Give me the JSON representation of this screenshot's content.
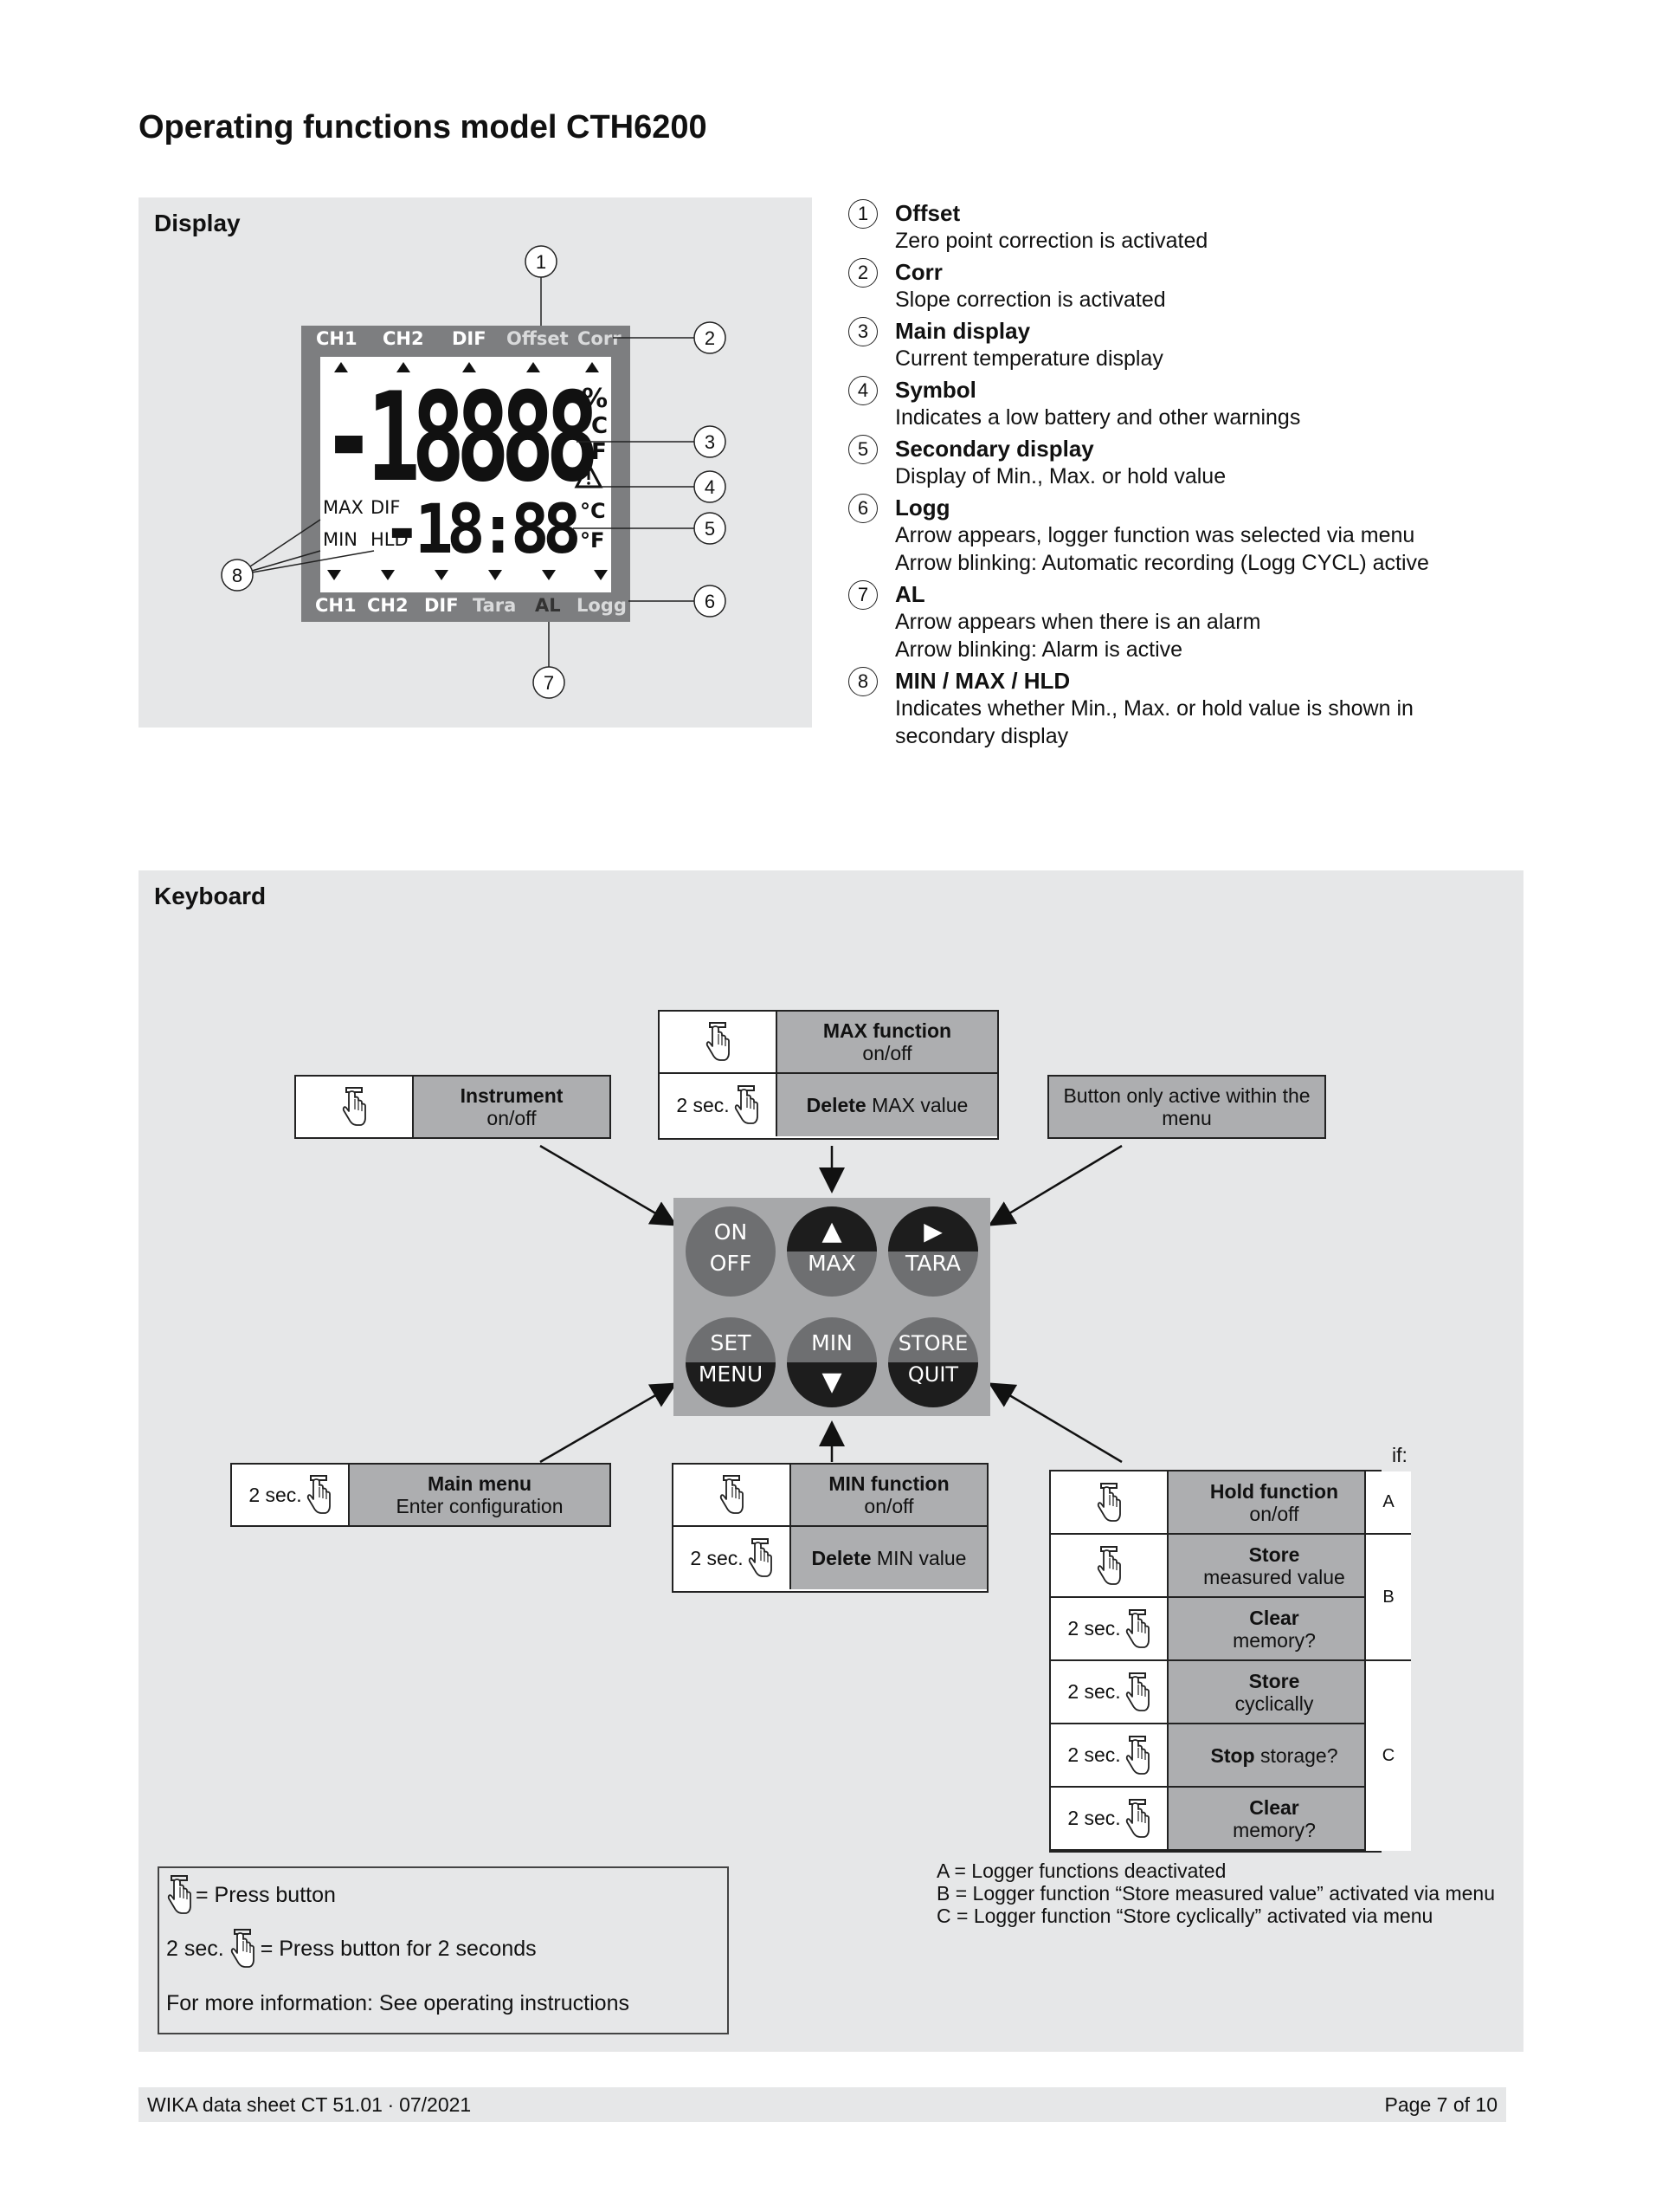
{
  "page_title": "Operating functions model CTH6200",
  "display_section": {
    "title": "Display",
    "lcd": {
      "top_labels": [
        "CH1",
        "CH2",
        "DIF",
        "Offset",
        "Corr"
      ],
      "bottom_labels": [
        "CH1",
        "CH2",
        "DIF",
        "Tara",
        "AL",
        "Logg"
      ],
      "main_digits": "-18888",
      "main_units": [
        "%",
        "°C",
        "°F"
      ],
      "secondary_labels": [
        "MAX",
        "DIF",
        "MIN",
        "HLD"
      ],
      "secondary_digits": "-18:88",
      "secondary_units": [
        "°C",
        "°F"
      ]
    },
    "callouts": [
      "1",
      "2",
      "3",
      "4",
      "5",
      "6",
      "7",
      "8"
    ]
  },
  "legend": [
    {
      "num": "1",
      "title": "Offset",
      "lines": [
        "Zero point correction is activated"
      ]
    },
    {
      "num": "2",
      "title": "Corr",
      "lines": [
        "Slope correction is activated"
      ]
    },
    {
      "num": "3",
      "title": "Main display",
      "lines": [
        "Current temperature display"
      ]
    },
    {
      "num": "4",
      "title": "Symbol",
      "lines": [
        "Indicates a low battery and other warnings"
      ]
    },
    {
      "num": "5",
      "title": "Secondary display",
      "lines": [
        "Display of Min., Max. or hold value"
      ]
    },
    {
      "num": "6",
      "title": "Logg",
      "lines": [
        "Arrow appears, logger function was selected via menu",
        "Arrow blinking: Automatic recording (Logg CYCL) active"
      ]
    },
    {
      "num": "7",
      "title": "AL",
      "lines": [
        "Arrow appears when there is an alarm",
        "Arrow blinking: Alarm is active"
      ]
    },
    {
      "num": "8",
      "title": "MIN / MAX / HLD",
      "lines": [
        "Indicates whether Min., Max. or hold value is shown in",
        "secondary display"
      ]
    }
  ],
  "keyboard_section": {
    "title": "Keyboard",
    "keys": [
      {
        "top": "ON",
        "bottom": "OFF"
      },
      {
        "top": "▲",
        "bottom": "MAX"
      },
      {
        "top": "▶",
        "bottom": "TARA"
      },
      {
        "top": "SET",
        "bottom": "MENU"
      },
      {
        "top": "MIN",
        "bottom": "▼"
      },
      {
        "top": "STORE",
        "bottom": "QUIT"
      }
    ],
    "two_sec": "2 sec.",
    "instrument": {
      "bold": "Instrument",
      "normal": "on/off"
    },
    "max_fn": {
      "bold": "MAX function",
      "normal": "on/off"
    },
    "max_del": {
      "bold": "Delete",
      "normal": " MAX value"
    },
    "menu_only": "Button only active within the menu",
    "main_menu": {
      "bold": "Main menu",
      "normal": "Enter configuration"
    },
    "min_fn": {
      "bold": "MIN function",
      "normal": "on/off"
    },
    "min_del": {
      "bold": "Delete",
      "normal": " MIN value"
    },
    "if_label": "if:",
    "store_rows": [
      {
        "bold": "Hold function",
        "normal": "on/off"
      },
      {
        "bold": "Store",
        "normal": "measured value"
      },
      {
        "bold": "Clear",
        "normal": "memory?"
      },
      {
        "bold": "Store",
        "normal": "cyclically"
      },
      {
        "bold": "Stop",
        "normal": " storage?"
      },
      {
        "bold": "Clear",
        "normal": "memory?"
      }
    ],
    "groups": [
      "A",
      "B",
      "C"
    ],
    "notes": [
      "A = Logger functions deactivated",
      "B = Logger function “Store measured value” activated via menu",
      "C = Logger function “Store cyclically” activated via menu"
    ],
    "info_box": {
      "press": "= Press button",
      "press_two": "= Press button for 2 seconds",
      "more": "For more information: See operating instructions"
    }
  },
  "footer": {
    "left": "WIKA data sheet CT 51.01 ∙ 07/2021",
    "right": "Page 7 of 10"
  }
}
